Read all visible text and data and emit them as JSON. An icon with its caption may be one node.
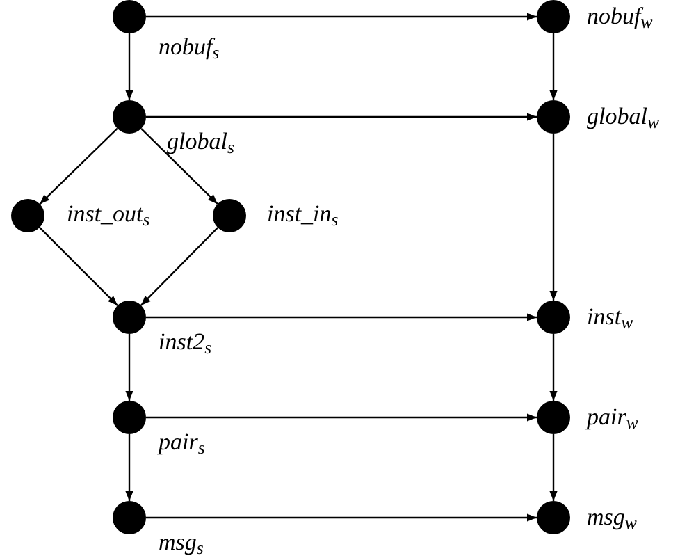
{
  "diagram": {
    "nodes": [
      {
        "text": [],
        "shape": "circle",
        "beside": [
          "nobuf$_{s}$"
        ]
      },
      {
        "text": [],
        "shape": "circle",
        "beside": [
          "nobuf$_{w}$"
        ]
      },
      {
        "text": [],
        "shape": "circle",
        "beside": [
          "global$_{s}$"
        ]
      },
      {
        "text": [],
        "shape": "circle",
        "beside": [
          "global$_{w}$"
        ]
      },
      {
        "text": [],
        "shape": "circle",
        "beside": [
          "inst_out$_{s}$"
        ]
      },
      {
        "text": [],
        "shape": "circle",
        "beside": [
          "inst_in$_{s}$"
        ]
      },
      {
        "text": [],
        "shape": "circle",
        "beside": [
          "inst2$_{s}$"
        ]
      },
      {
        "text": [],
        "shape": "circle",
        "beside": [
          "inst$_{w}$"
        ]
      },
      {
        "text": [],
        "shape": "circle",
        "beside": [
          "pair$_{s}$"
        ]
      },
      {
        "text": [],
        "shape": "circle",
        "beside": [
          "pair$_{w}$"
        ]
      },
      {
        "text": [],
        "shape": "circle",
        "beside": [
          "msg$_{s}$"
        ]
      },
      {
        "text": [],
        "shape": "circle",
        "beside": [
          "msg$_{w}$"
        ]
      }
    ],
    "edges": [
      {
        "from": 0,
        "to": 1,
        "arrow": "to"
      },
      {
        "from": 0,
        "to": 2,
        "arrow": "to"
      },
      {
        "from": 1,
        "to": 3,
        "arrow": "to"
      },
      {
        "from": 2,
        "to": 3,
        "arrow": "to"
      },
      {
        "from": 2,
        "to": 4,
        "arrow": "to"
      },
      {
        "from": 2,
        "to": 5,
        "arrow": "to"
      },
      {
        "from": 4,
        "to": 6,
        "arrow": "to"
      },
      {
        "from": 5,
        "to": 6,
        "arrow": "to"
      },
      {
        "from": 3,
        "to": 7,
        "arrow": "to"
      },
      {
        "from": 6,
        "to": 7,
        "arrow": "to"
      },
      {
        "from": 6,
        "to": 8,
        "arrow": "to"
      },
      {
        "from": 7,
        "to": 9,
        "arrow": "to"
      },
      {
        "from": 8,
        "to": 9,
        "arrow": "to"
      },
      {
        "from": 8,
        "to": 10,
        "arrow": "to"
      },
      {
        "from": 9,
        "to": 11,
        "arrow": "to"
      },
      {
        "from": 10,
        "to": 11,
        "arrow": "to"
      }
    ]
  }
}
